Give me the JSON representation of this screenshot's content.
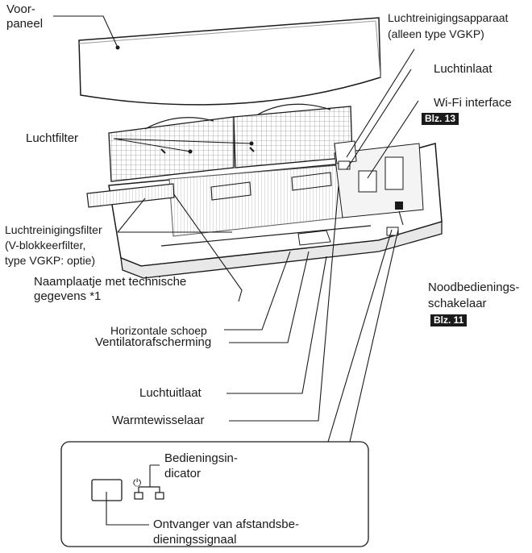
{
  "labels": {
    "front_panel_1": "Voor-",
    "front_panel_2": "paneel",
    "purifier_1": "Luchtreinigingsapparaat",
    "purifier_2": "(alleen type VGKP)",
    "air_inlet": "Luchtinlaat",
    "wifi": "Wi-Fi interface",
    "wifi_ref": "Blz. 13",
    "air_filter": "Luchtfilter",
    "purifying_filter_1": "Luchtreinigingsfilter",
    "purifying_filter_2": "(V-blokkeerfilter,",
    "purifying_filter_3": "type VGKP: optie)",
    "nameplate_1": "Naamplaatje met technische",
    "nameplate_2": "gegevens *1",
    "louver": "Horizontale schoep",
    "fan_guard": "Ventilatorafscherming",
    "air_outlet": "Luchtuitlaat",
    "heat_exchanger": "Warmtewisselaar",
    "emergency_1": "Noodbedienings-",
    "emergency_2": "schakelaar",
    "emergency_ref": "Blz. 11",
    "indicator_1": "Bedieningsin-",
    "indicator_2": "dicator",
    "receiver_1": "Ontvanger van afstandsbe-",
    "receiver_2": "dieningssignaal",
    "power_symbol": "⏻"
  }
}
